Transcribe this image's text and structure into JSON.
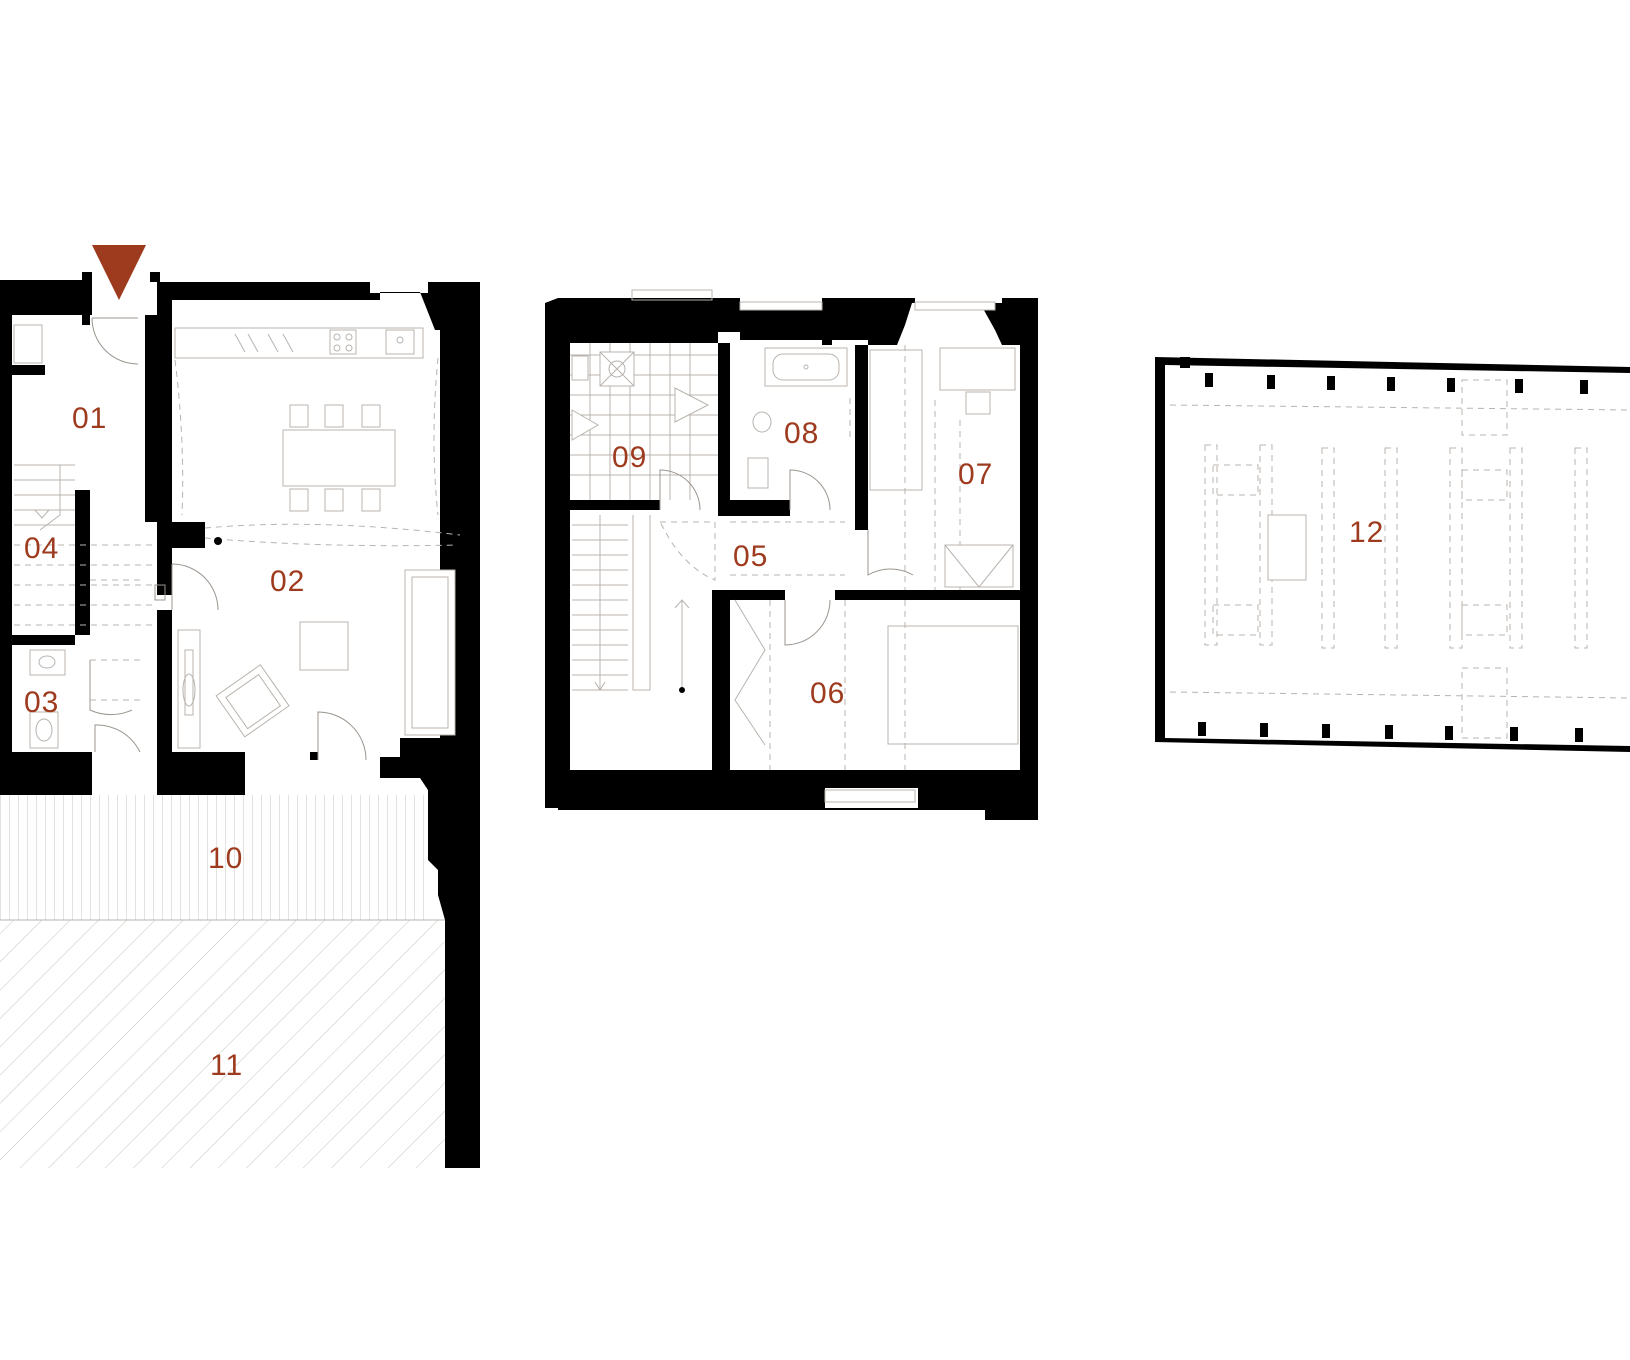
{
  "colors": {
    "accent": "#9e3a1d",
    "wall": "#000000",
    "line": "#b8b3ae",
    "background": "#ffffff"
  },
  "entrance": {
    "icon": "entrance-arrow-icon"
  },
  "floors": {
    "ground": {
      "rooms": [
        {
          "id": "01",
          "label": "01"
        },
        {
          "id": "02",
          "label": "02"
        },
        {
          "id": "03",
          "label": "03"
        },
        {
          "id": "04",
          "label": "04"
        },
        {
          "id": "10",
          "label": "10"
        },
        {
          "id": "11",
          "label": "11"
        }
      ]
    },
    "upper": {
      "rooms": [
        {
          "id": "05",
          "label": "05"
        },
        {
          "id": "06",
          "label": "06"
        },
        {
          "id": "07",
          "label": "07"
        },
        {
          "id": "08",
          "label": "08"
        },
        {
          "id": "09",
          "label": "09"
        }
      ]
    },
    "attic": {
      "rooms": [
        {
          "id": "12",
          "label": "12"
        }
      ]
    }
  }
}
